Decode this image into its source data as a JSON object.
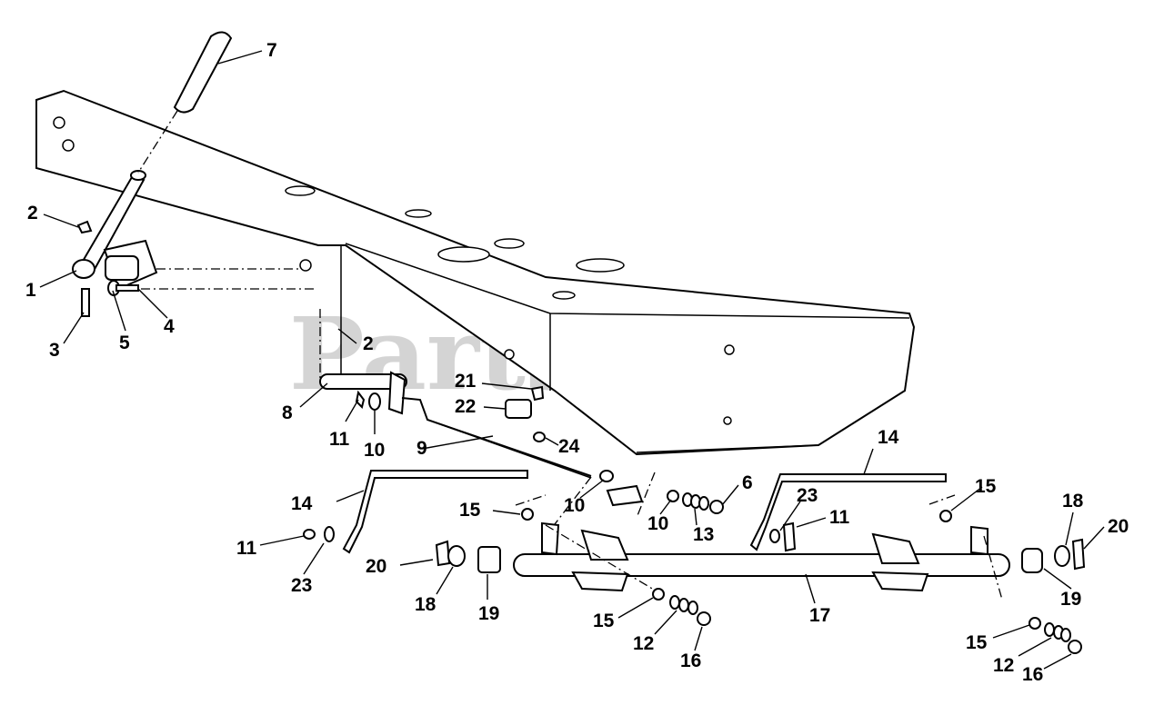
{
  "watermark": "PartsTree",
  "callouts": [
    "1",
    "2",
    "2",
    "3",
    "4",
    "5",
    "6",
    "7",
    "8",
    "9",
    "10",
    "10",
    "10",
    "11",
    "11",
    "11",
    "12",
    "12",
    "13",
    "14",
    "14",
    "15",
    "15",
    "15",
    "15",
    "16",
    "16",
    "17",
    "18",
    "18",
    "19",
    "19",
    "20",
    "20",
    "21",
    "22",
    "23",
    "23",
    "24"
  ]
}
